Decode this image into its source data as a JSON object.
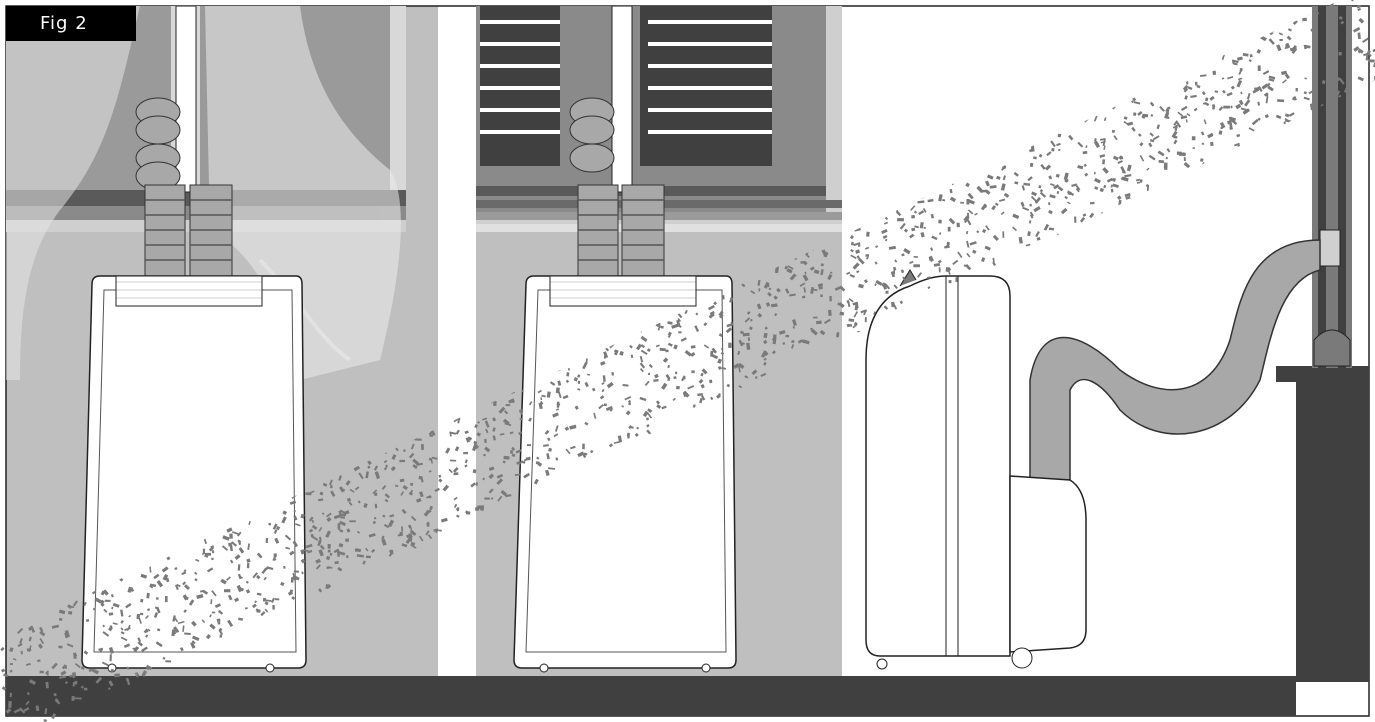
{
  "figure": {
    "label": "Fig 2"
  },
  "scenes": [
    {
      "name": "unit-at-window-with-curtain"
    },
    {
      "name": "unit-at-window-with-shutter"
    },
    {
      "name": "unit-side-view-with-flexible-hose"
    }
  ],
  "colors": {
    "wall": "#bfbfbf",
    "floor": "#404040",
    "dark_frame": "#4a4a4a",
    "mid_frame": "#7a7a7a",
    "light_frame": "#d9d9d9",
    "hose": "#a8a8a8",
    "unit_body": "#ffffff",
    "outline": "#222222",
    "air_particles": "#7a7a7a"
  },
  "icons": [
    "portable-air-conditioner-icon",
    "exhaust-hose-icon",
    "window-icon",
    "curtain-icon",
    "shutter-icon"
  ]
}
